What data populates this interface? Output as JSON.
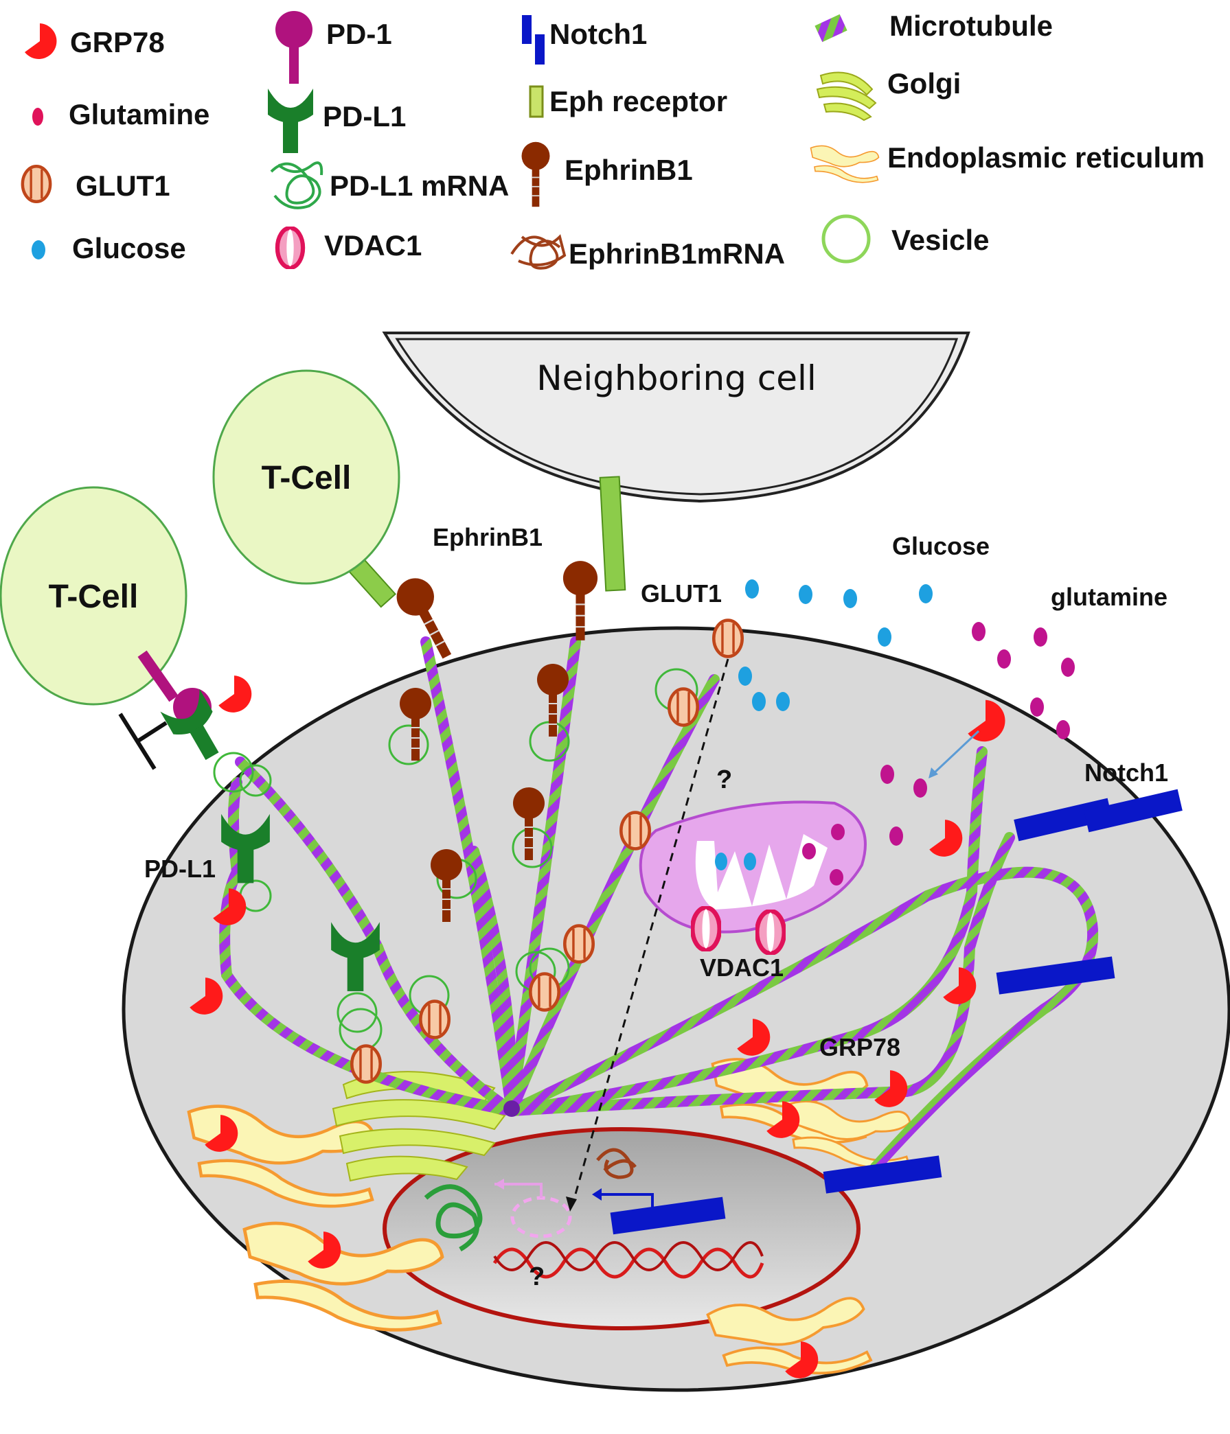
{
  "legend": {
    "grp78": "GRP78",
    "glutamine": "Glutamine",
    "glut1": "GLUT1",
    "glucose": "Glucose",
    "pd1": "PD-1",
    "pdl1": "PD-L1",
    "pdl1_mrna": "PD-L1 mRNA",
    "vdac1": "VDAC1",
    "notch1": "Notch1",
    "eph_receptor": "Eph receptor",
    "ephrinb1": "EphrinB1",
    "ephrinb1_mrna": "EphrinB1mRNA",
    "microtubule": "Microtubule",
    "golgi": "Golgi",
    "er": "Endoplasmic  reticulum",
    "vesicle": "Vesicle"
  },
  "diagram": {
    "neighboring_cell": "Neighboring cell",
    "tcell_left": "T-Cell",
    "tcell_mid": "T-Cell",
    "ephrinb1": "EphrinB1",
    "glucose": "Glucose",
    "glut1": "GLUT1",
    "glutamine": "glutamine",
    "notch1": "Notch1",
    "pdl1": "PD-L1",
    "vdac1": "VDAC1",
    "grp78": "GRP78",
    "question1": "?",
    "question2": "?"
  },
  "colors": {
    "grp78": "#ff0000",
    "glutamine": "#c0138e",
    "glucose": "#1ea0e0",
    "notch1": "#0a17c8",
    "eph": "#8ccc4a",
    "ephrin": "#8b2a00",
    "pd1": "#b0127e",
    "pdl1": "#1a7f2a",
    "microtubule_green": "#7ac943",
    "microtubule_purple": "#9b2fe0",
    "cell": "#d9d9d9",
    "tcell": "#eaf7c4"
  }
}
